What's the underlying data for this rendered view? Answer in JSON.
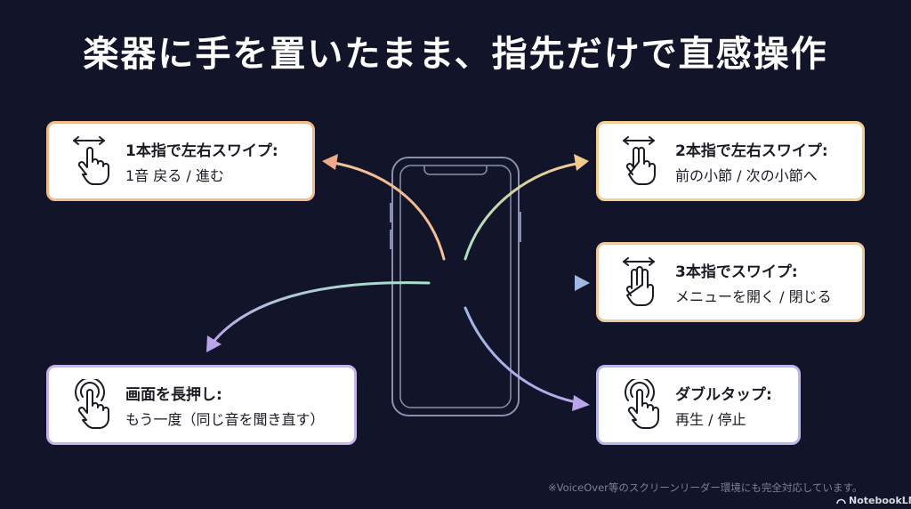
{
  "title": "楽器に手を置いたまま、指先だけで直感操作",
  "cards": [
    {
      "heading": "1本指で左右スワイプ:",
      "description": "1音 戻る / 進む",
      "icon": "one-finger-swipe-icon",
      "border_color": "#f2b98a"
    },
    {
      "heading": "2本指で左右スワイプ:",
      "description": "前の小節 / 次の小節へ",
      "icon": "two-finger-swipe-icon",
      "border_color": "#f4cf8f"
    },
    {
      "heading": "3本指でスワイプ:",
      "description": "メニューを開く / 閉じる",
      "icon": "three-finger-swipe-icon",
      "border_color": "#f0c9a0"
    },
    {
      "heading": "画面を長押し:",
      "description": "もう一度（同じ音を聞き直す）",
      "icon": "long-press-icon",
      "border_color": "#c5b3ec"
    },
    {
      "heading": "ダブルタップ:",
      "description": "再生 / 停止",
      "icon": "double-tap-icon",
      "border_color": "#b5b7f0"
    }
  ],
  "colors": {
    "background": "#121529",
    "arrow_orange": "#f2b98a",
    "arrow_yellow": "#f3d79a",
    "arrow_mint": "#a8e2c8",
    "arrow_blue": "#9fb8e4",
    "arrow_purple": "#b9a6ea"
  },
  "footnote": "※VoiceOver等のスクリーンリーダー環境にも完全対応しています。",
  "logo": "NotebookLM"
}
